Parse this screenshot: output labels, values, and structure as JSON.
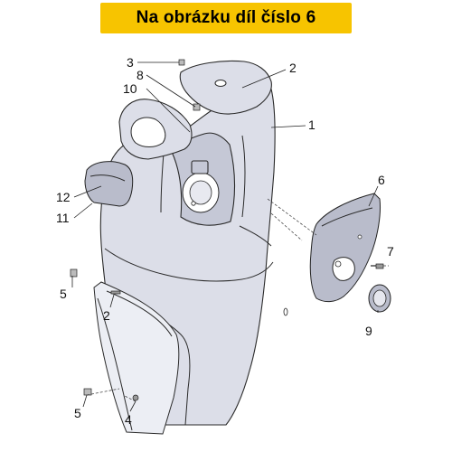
{
  "banner": {
    "text": "Na obrázku díl číslo 6"
  },
  "colors": {
    "banner_bg": "#f7c400",
    "part_fill": "#dcdee8",
    "line": "#2a2a2a"
  },
  "callouts": {
    "c1": "1",
    "c2a": "2",
    "c2b": "2",
    "c3": "3",
    "c4": "4",
    "c5a": "5",
    "c5b": "5",
    "c6": "6",
    "c7": "7",
    "c8": "8",
    "c9": "9",
    "c10": "10",
    "c11": "11",
    "c12": "12"
  }
}
